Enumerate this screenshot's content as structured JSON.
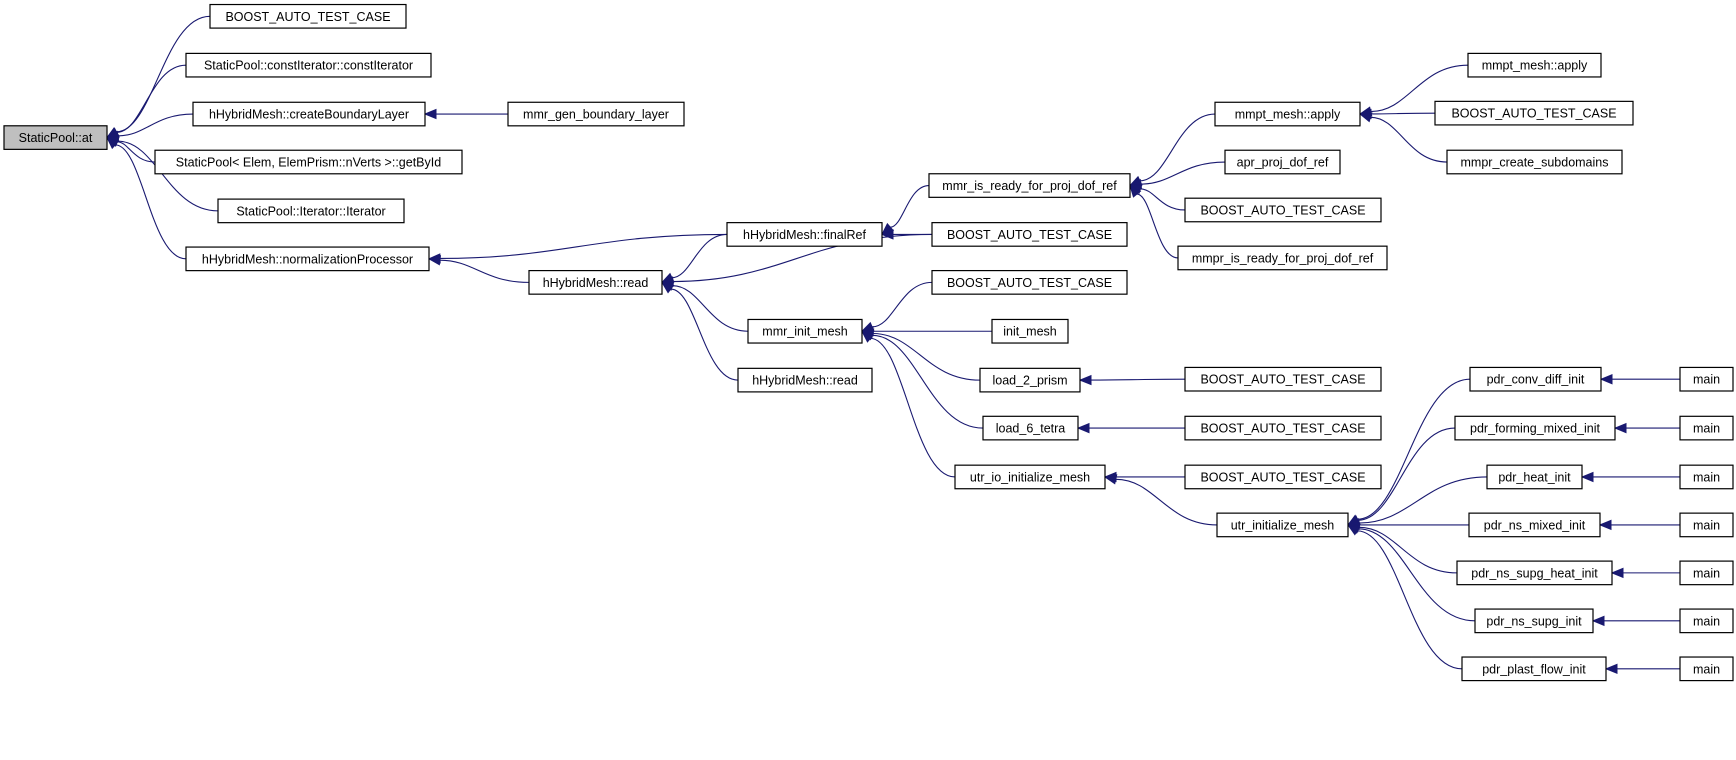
{
  "graph": {
    "nodes": [
      {
        "id": "n0",
        "label": "StaticPool::at",
        "root": true
      },
      {
        "id": "n1",
        "label": "BOOST_AUTO_TEST_CASE"
      },
      {
        "id": "n2",
        "label": "StaticPool::constIterator::constIterator"
      },
      {
        "id": "n3",
        "label": "hHybridMesh::createBoundaryLayer"
      },
      {
        "id": "n4",
        "label": "StaticPool< Elem, ElemPrism::nVerts >::getById"
      },
      {
        "id": "n5",
        "label": "StaticPool::Iterator::Iterator"
      },
      {
        "id": "n6",
        "label": "hHybridMesh::normalizationProcessor"
      },
      {
        "id": "n7",
        "label": "mmr_gen_boundary_layer"
      },
      {
        "id": "n8",
        "label": "hHybridMesh::read"
      },
      {
        "id": "n9",
        "label": "hHybridMesh::finalRef"
      },
      {
        "id": "n10",
        "label": "mmr_init_mesh"
      },
      {
        "id": "n11",
        "label": "hHybridMesh::read"
      },
      {
        "id": "n12",
        "label": "mmr_is_ready_for_proj_dof_ref"
      },
      {
        "id": "n13",
        "label": "BOOST_AUTO_TEST_CASE"
      },
      {
        "id": "n14",
        "label": "BOOST_AUTO_TEST_CASE"
      },
      {
        "id": "n15",
        "label": "init_mesh"
      },
      {
        "id": "n16",
        "label": "load_2_prism"
      },
      {
        "id": "n17",
        "label": "load_6_tetra"
      },
      {
        "id": "n18",
        "label": "utr_io_initialize_mesh"
      },
      {
        "id": "n19",
        "label": "mmpt_mesh::apply"
      },
      {
        "id": "n20",
        "label": "apr_proj_dof_ref"
      },
      {
        "id": "n21",
        "label": "BOOST_AUTO_TEST_CASE"
      },
      {
        "id": "n22",
        "label": "mmpr_is_ready_for_proj_dof_ref"
      },
      {
        "id": "n23",
        "label": "BOOST_AUTO_TEST_CASE"
      },
      {
        "id": "n24",
        "label": "BOOST_AUTO_TEST_CASE"
      },
      {
        "id": "n25",
        "label": "BOOST_AUTO_TEST_CASE"
      },
      {
        "id": "n26",
        "label": "utr_initialize_mesh"
      },
      {
        "id": "n27",
        "label": "mmpt_mesh::apply"
      },
      {
        "id": "n28",
        "label": "BOOST_AUTO_TEST_CASE"
      },
      {
        "id": "n29",
        "label": "mmpr_create_subdomains"
      },
      {
        "id": "n30",
        "label": "pdr_conv_diff_init"
      },
      {
        "id": "n31",
        "label": "pdr_forming_mixed_init"
      },
      {
        "id": "n32",
        "label": "pdr_heat_init"
      },
      {
        "id": "n33",
        "label": "pdr_ns_mixed_init"
      },
      {
        "id": "n34",
        "label": "pdr_ns_supg_heat_init"
      },
      {
        "id": "n35",
        "label": "pdr_ns_supg_init"
      },
      {
        "id": "n36",
        "label": "pdr_plast_flow_init"
      },
      {
        "id": "n37",
        "label": "main"
      },
      {
        "id": "n38",
        "label": "main"
      },
      {
        "id": "n39",
        "label": "main"
      },
      {
        "id": "n40",
        "label": "main"
      },
      {
        "id": "n41",
        "label": "main"
      },
      {
        "id": "n42",
        "label": "main"
      },
      {
        "id": "n43",
        "label": "main"
      }
    ],
    "edges": [
      {
        "from": "n1",
        "to": "n0"
      },
      {
        "from": "n2",
        "to": "n0"
      },
      {
        "from": "n3",
        "to": "n0"
      },
      {
        "from": "n4",
        "to": "n0"
      },
      {
        "from": "n5",
        "to": "n0"
      },
      {
        "from": "n6",
        "to": "n0"
      },
      {
        "from": "n7",
        "to": "n3"
      },
      {
        "from": "n9",
        "to": "n6"
      },
      {
        "from": "n8",
        "to": "n6"
      },
      {
        "from": "n9",
        "to": "n8"
      },
      {
        "from": "n13",
        "to": "n8"
      },
      {
        "from": "n10",
        "to": "n8"
      },
      {
        "from": "n11",
        "to": "n8"
      },
      {
        "from": "n12",
        "to": "n9"
      },
      {
        "from": "n13",
        "to": "n9"
      },
      {
        "from": "n14",
        "to": "n10"
      },
      {
        "from": "n15",
        "to": "n10"
      },
      {
        "from": "n16",
        "to": "n10"
      },
      {
        "from": "n17",
        "to": "n10"
      },
      {
        "from": "n18",
        "to": "n10"
      },
      {
        "from": "n19",
        "to": "n12"
      },
      {
        "from": "n20",
        "to": "n12"
      },
      {
        "from": "n21",
        "to": "n12"
      },
      {
        "from": "n22",
        "to": "n12"
      },
      {
        "from": "n23",
        "to": "n16"
      },
      {
        "from": "n24",
        "to": "n17"
      },
      {
        "from": "n25",
        "to": "n18"
      },
      {
        "from": "n26",
        "to": "n18"
      },
      {
        "from": "n27",
        "to": "n19"
      },
      {
        "from": "n28",
        "to": "n19"
      },
      {
        "from": "n29",
        "to": "n19"
      },
      {
        "from": "n30",
        "to": "n26"
      },
      {
        "from": "n31",
        "to": "n26"
      },
      {
        "from": "n32",
        "to": "n26"
      },
      {
        "from": "n33",
        "to": "n26"
      },
      {
        "from": "n34",
        "to": "n26"
      },
      {
        "from": "n35",
        "to": "n26"
      },
      {
        "from": "n36",
        "to": "n26"
      },
      {
        "from": "n37",
        "to": "n30"
      },
      {
        "from": "n38",
        "to": "n31"
      },
      {
        "from": "n39",
        "to": "n32"
      },
      {
        "from": "n40",
        "to": "n33"
      },
      {
        "from": "n41",
        "to": "n34"
      },
      {
        "from": "n42",
        "to": "n35"
      },
      {
        "from": "n43",
        "to": "n36"
      }
    ]
  },
  "colors": {
    "edge": "#191970",
    "root_fill": "#bfbfbf",
    "node_fill": "#ffffff",
    "node_border": "#000000"
  }
}
